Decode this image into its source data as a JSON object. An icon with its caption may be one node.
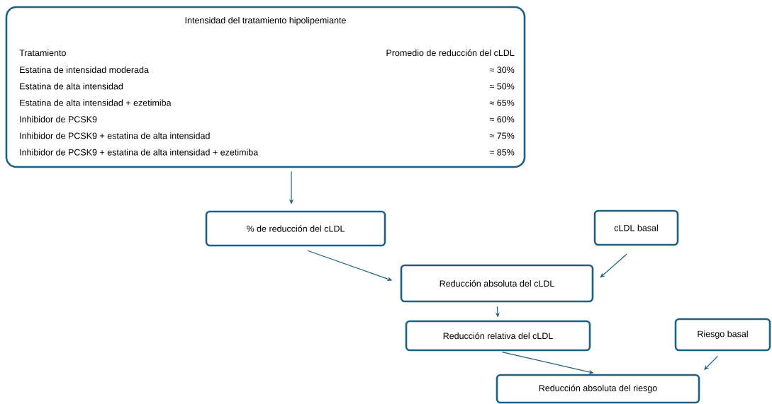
{
  "diagram": {
    "nodes": [
      {
        "text": [
          "Intensidad del tratamiento hipolipemiante",
          "Tratamiento",
          "Promedio de reducción del cLDL",
          "Estatina de intensidad moderada",
          "≈ 30%",
          "Estatina de alta intensidad",
          "≈ 50%",
          "Estatina de alta intensidad + ezetimiba",
          "≈ 65%",
          "Inhibidor de PCSK9",
          "≈ 60%",
          "Inhibidor de PCSK9 + estatina de alta intensidad",
          "≈ 75%",
          "Inhibidor de PCSK9 + estatina de alta intensidad + ezetimiba",
          "≈ 85%"
        ]
      },
      {
        "text": [
          "% de reducción del cLDL"
        ]
      },
      {
        "text": [
          "cLDL basal"
        ]
      },
      {
        "text": [
          "Reducción absoluta del cLDL"
        ]
      },
      {
        "text": [
          "Reducción relativa del cLDL"
        ]
      },
      {
        "text": [
          "Riesgo basal"
        ]
      },
      {
        "text": [
          "Reducción absoluta del riesgo"
        ]
      }
    ],
    "edges": [
      {
        "from": 0,
        "to": 1,
        "arrow": "to"
      },
      {
        "from": 1,
        "to": 3,
        "arrow": "to"
      },
      {
        "from": 2,
        "to": 3,
        "arrow": "to"
      },
      {
        "from": 3,
        "to": 4,
        "arrow": "to"
      },
      {
        "from": 4,
        "to": 6,
        "arrow": "to"
      },
      {
        "from": 5,
        "to": 6,
        "arrow": "to"
      }
    ]
  }
}
